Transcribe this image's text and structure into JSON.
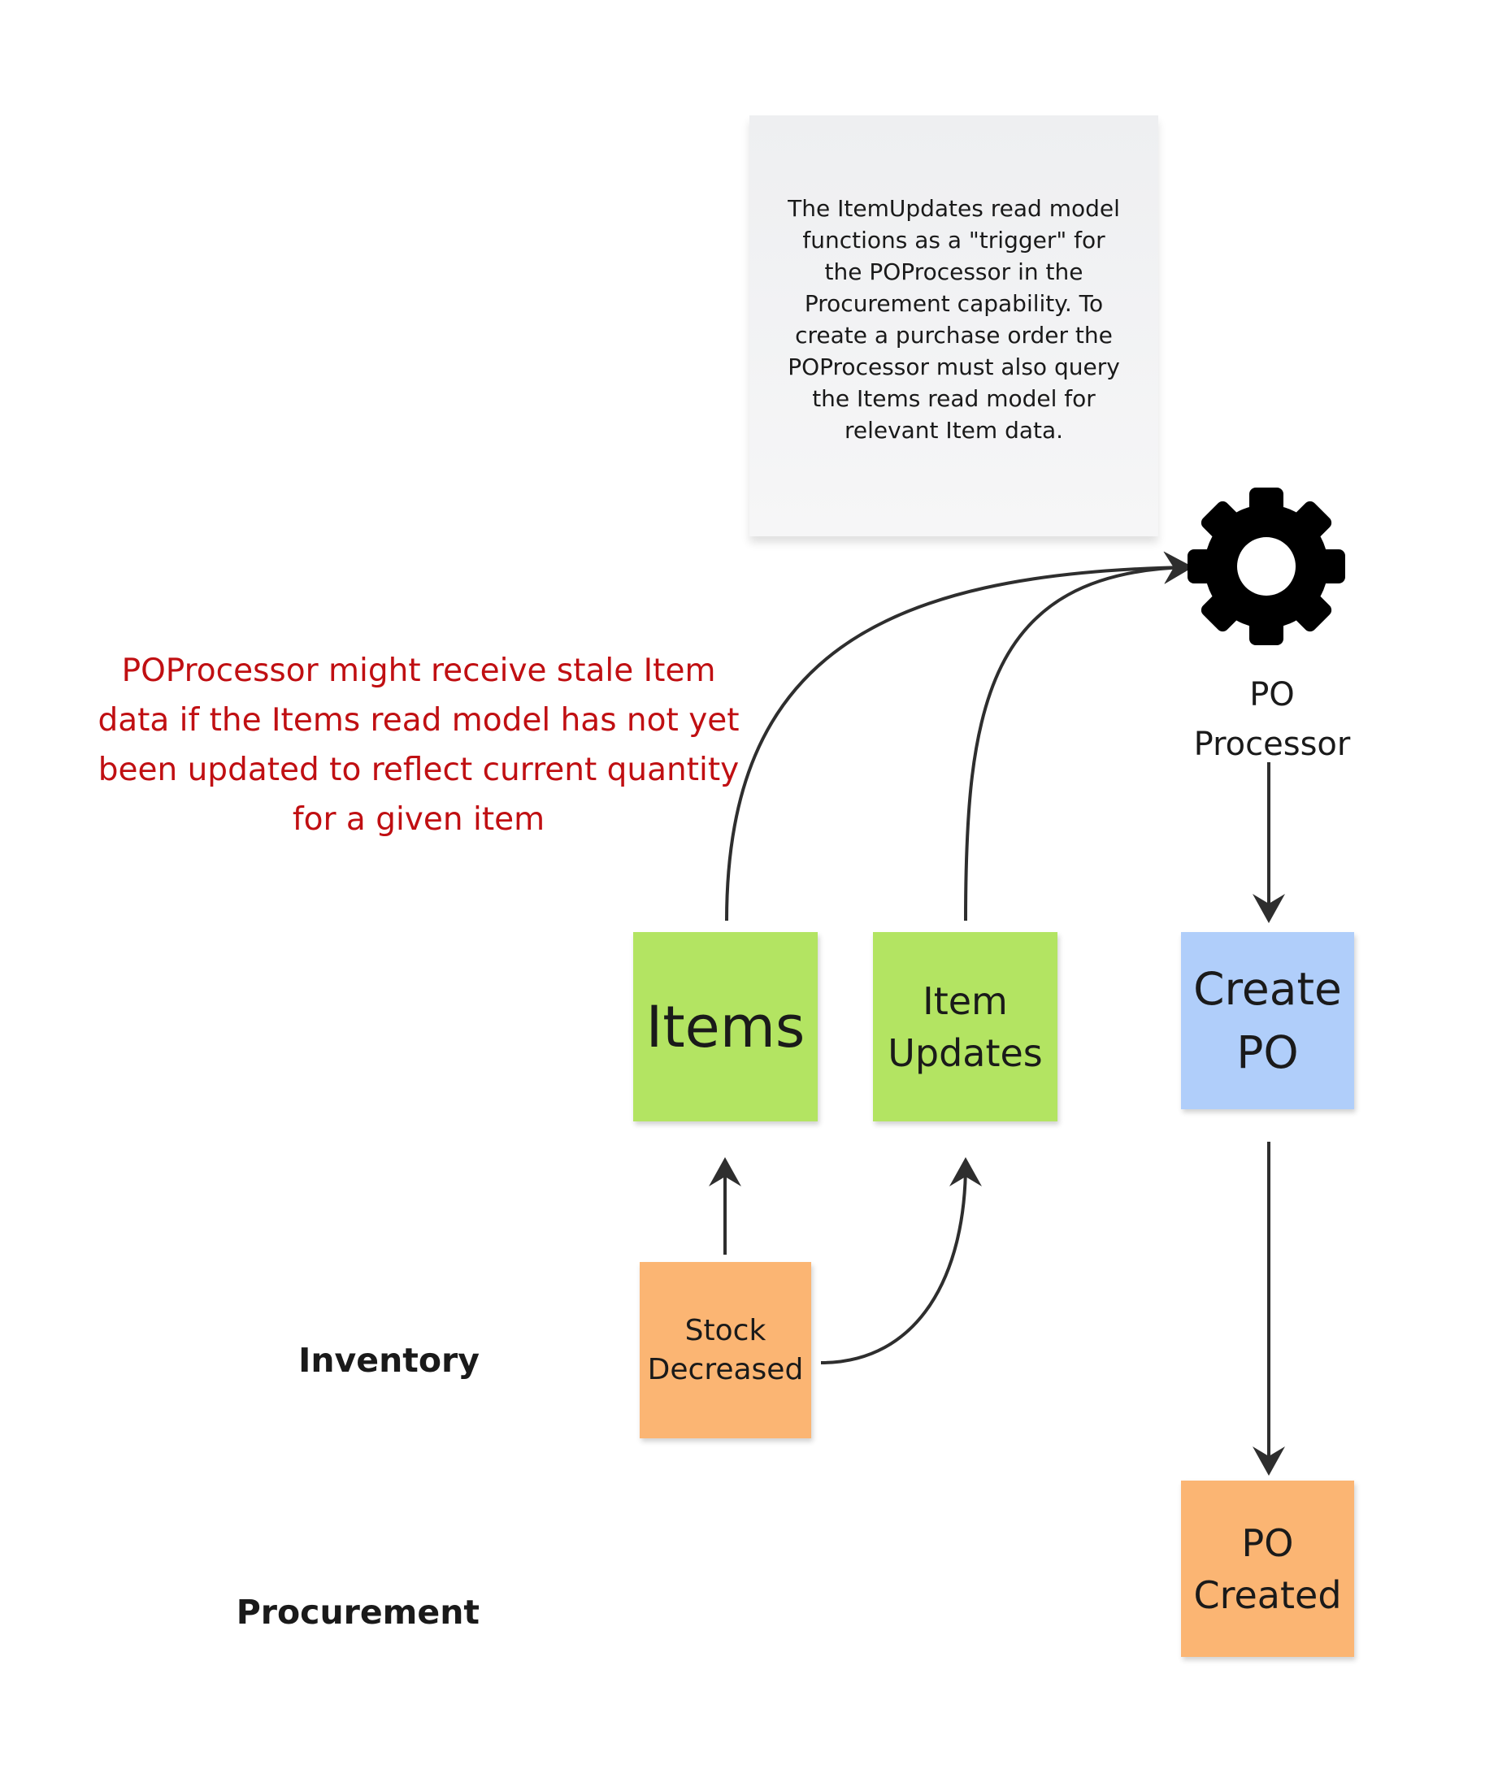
{
  "note": {
    "text": "The ItemUpdates read model functions as a \"trigger\" for the POProcessor in the Procurement capability. To create a purchase order the POProcessor must also query the Items read model for relevant Item data."
  },
  "warning": {
    "lines": [
      "POProcessor might receive stale Item",
      "data if the Items read model has not yet",
      "been updated to reflect current quantity",
      "for a given item"
    ]
  },
  "processor": {
    "icon": "gear-icon",
    "label_lines": [
      "PO",
      "Processor"
    ]
  },
  "read_models": {
    "items": "Items",
    "item_updates_lines": [
      "Item",
      "Updates"
    ]
  },
  "command": {
    "lines": [
      "Create",
      "PO"
    ]
  },
  "events": {
    "stock_decreased_lines": [
      "Stock",
      "Decreased"
    ],
    "po_created_lines": [
      "PO",
      "Created"
    ]
  },
  "lanes": {
    "inventory": "Inventory",
    "procurement": "Procurement"
  },
  "colors": {
    "read_model": "#b3e462",
    "command": "#b0cefa",
    "event": "#fbb573",
    "warning_text": "#c00f12",
    "connector": "#2e2e2e"
  }
}
